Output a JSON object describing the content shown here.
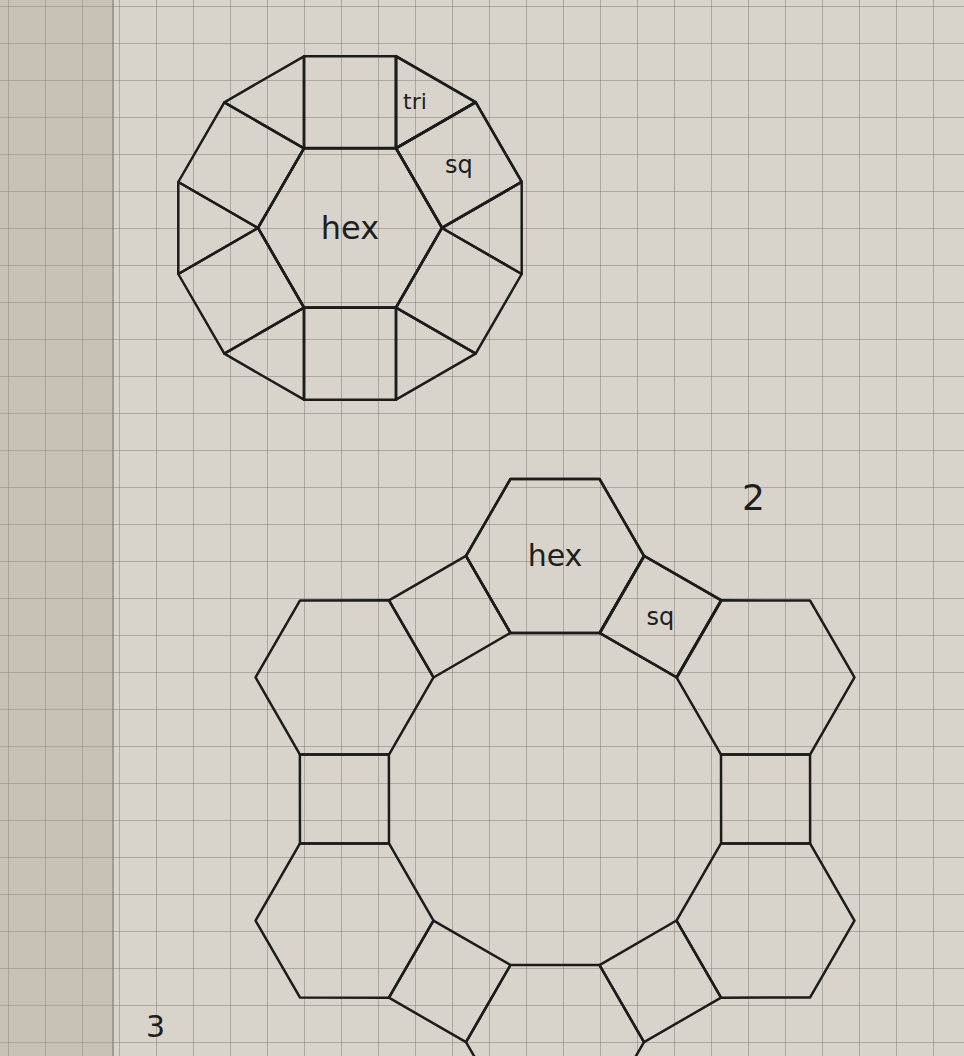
{
  "diagram": {
    "nodes": [
      {
        "text": [
          "tri"
        ]
      },
      {
        "text": [
          "sq"
        ]
      },
      {
        "text": [
          "hex"
        ]
      },
      {
        "text": [
          "hex"
        ]
      },
      {
        "text": [
          "sq"
        ]
      }
    ],
    "labels": [
      "2",
      "3"
    ]
  }
}
